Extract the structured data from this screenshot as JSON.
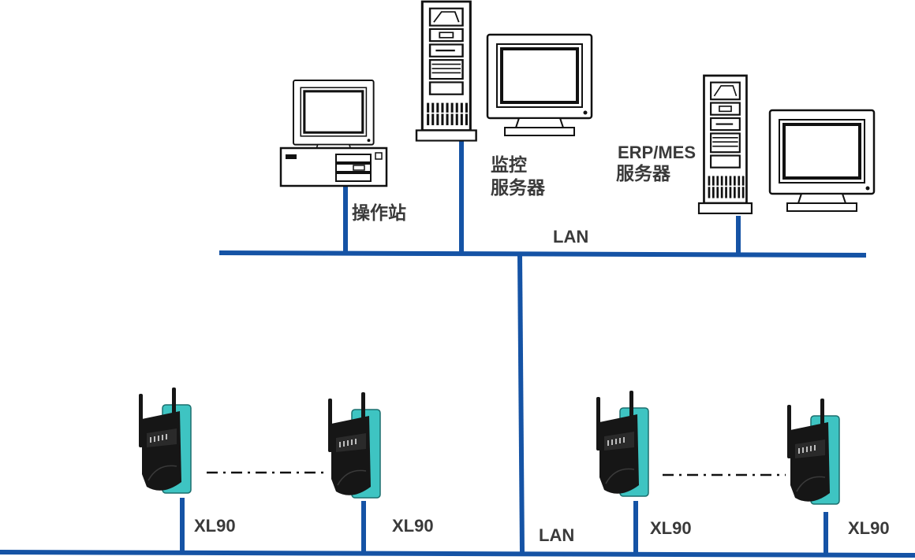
{
  "labels": {
    "operator_station": "操作站",
    "monitor_server_line1": "监控",
    "monitor_server_line2": "服务器",
    "erp_server_line1": "ERP/MES",
    "erp_server_line2": "服务器",
    "lan_top": "LAN",
    "lan_bottom": "LAN",
    "device_1": "XL90",
    "device_2": "XL90",
    "device_3": "XL90",
    "device_4": "XL90"
  },
  "colors": {
    "network_line": "#1553a5",
    "device_body": "#161616",
    "device_housing": "#3ec4c2",
    "outline": "#111111",
    "label_text": "#3a3a3a"
  },
  "icons": [
    "desktop-computer-icon",
    "tower-server-icon",
    "monitor-icon",
    "xl90-device-icon"
  ]
}
